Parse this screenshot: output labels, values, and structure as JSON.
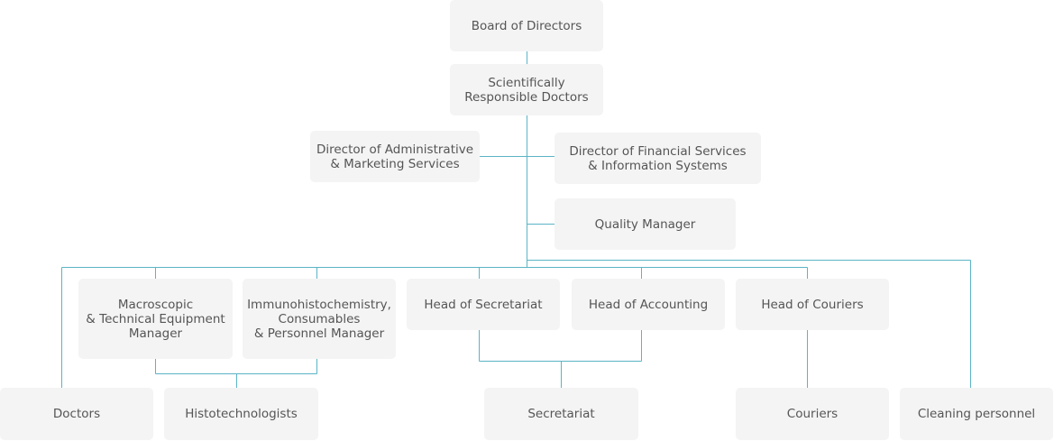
{
  "colors": {
    "connector": "#5bb4c6",
    "box_bg": "#f4f4f4",
    "text": "#555555"
  },
  "nodes": {
    "board": "Board of Directors",
    "sci_docs": "Scientifically\nResponsible Doctors",
    "dir_admin": "Director of Administrative\n& Marketing Services",
    "dir_fin": "Director of Financial Services\n& Information Systems",
    "quality": "Quality Manager",
    "macro": "Macroscopic\n& Technical Equipment\nManager",
    "immuno": "Immunohistochemistry,\nConsumables\n& Personnel Manager",
    "head_secr": "Head of Secretariat",
    "head_acc": "Head of Accounting",
    "head_cour": "Head of Couriers",
    "doctors": "Doctors",
    "histo": "Histotechnologists",
    "secretariat": "Secretariat",
    "couriers": "Couriers",
    "cleaning": "Cleaning personnel"
  }
}
